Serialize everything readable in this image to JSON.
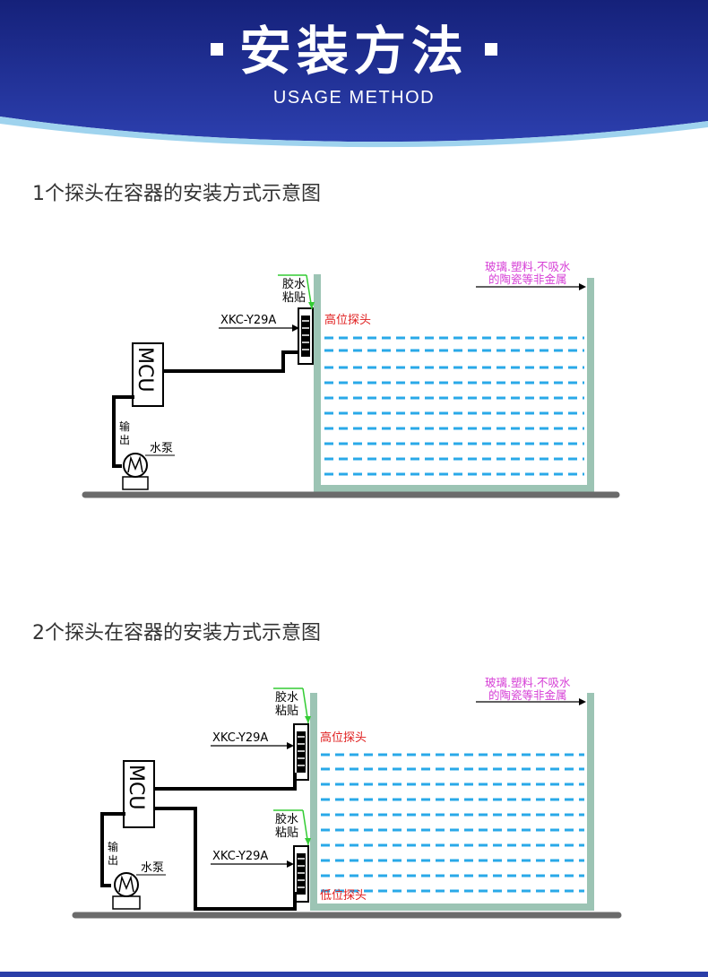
{
  "header": {
    "title": "安装方法",
    "subtitle": "USAGE METHOD"
  },
  "colors": {
    "banner": "#1f2f94",
    "water_dash": "#29a9e8",
    "container_wall": "#9cc4b4",
    "ground": "#6b6b6b",
    "probe_label": "#e02020",
    "material_label": "#d63fd6",
    "glue_line": "#33cc33"
  },
  "section1": {
    "title": "1个探头在容器的安装方式示意图",
    "glue": [
      "胶水",
      "粘贴"
    ],
    "model": "XKC-Y29A",
    "high_probe": "高位探头",
    "mcu": "MCU",
    "output": [
      "输",
      "出"
    ],
    "pump": "水泵",
    "material": [
      "玻璃.塑料.不吸水",
      "的陶瓷等非金属"
    ]
  },
  "section2": {
    "title": "2个探头在容器的安装方式示意图",
    "glue_top": [
      "胶水",
      "粘贴"
    ],
    "model_top": "XKC-Y29A",
    "high_probe": "高位探头",
    "glue_bottom": [
      "胶水",
      "粘贴"
    ],
    "model_bottom": "XKC-Y29A",
    "low_probe": "低位探头",
    "mcu": "MCU",
    "output": [
      "输",
      "出"
    ],
    "pump": "水泵",
    "material": [
      "玻璃.塑料.不吸水",
      "的陶瓷等非金属"
    ]
  }
}
